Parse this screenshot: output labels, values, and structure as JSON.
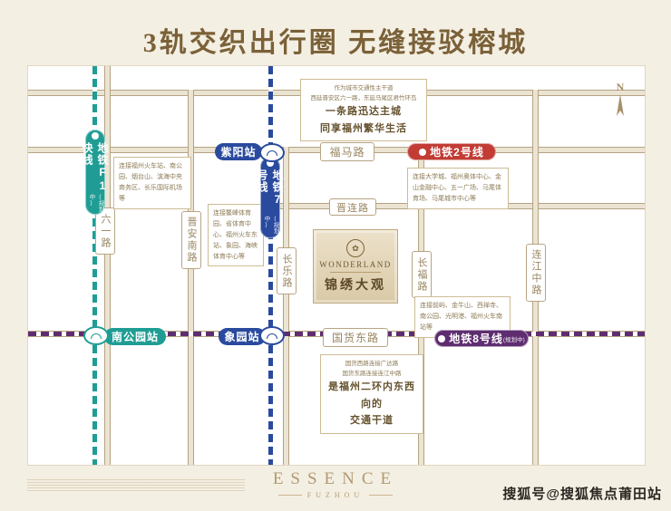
{
  "title": "3轨交织出行圈 无缝接驳榕城",
  "compass": {
    "n": "N"
  },
  "metro": {
    "f1": {
      "label": "地铁F1快线",
      "status": "(规划中)"
    },
    "l7": {
      "label": "地铁7号线",
      "status": "(规划中)"
    },
    "l2": {
      "label": "地铁2号线"
    },
    "l8": {
      "label": "地铁8号线",
      "status": "(规划中)"
    }
  },
  "roads": {
    "fuma": "福马路",
    "jinlian": "晋连路",
    "guohuo": "国货东路",
    "liuyi": "六一路",
    "jinannan": "晋安南路",
    "changle": "长乐路",
    "changfu": "长褔路",
    "lianjiang": "连江中路"
  },
  "stations": {
    "ziyang": "紫阳站",
    "nangongyuan": "南公园站",
    "xiangyuan": "象园站"
  },
  "notes": {
    "fuma": {
      "l1": "作为城市交通性主干道",
      "l2": "西延晋安区六一路，东延马尾区君竹环岛",
      "b1": "一条路迅达主城",
      "b2": "同享福州繁华生活"
    },
    "f1": "连接福州火车站、南公园、烟台山、滨海中央商务区、长乐国际机场等",
    "l7": "连接鳌峰体育园、省体育中心、福州火车东站、象园、海峡体育中心等",
    "l2": "连接大学城、福州奥体中心、金山金融中心、五一广场、马尾体育场、马尾城市中心等",
    "l8": "连接前屿、金牛山、西禅寺、南公园、光明港、福州火车南站等",
    "guohuo": {
      "l1": "国货西路连接广达路",
      "l2": "国货东路连接连江中路",
      "b1": "是福州二环内东西向的",
      "b2": "交通干道"
    }
  },
  "project": {
    "brand": "WONDERLAND",
    "name": "锦绣大观"
  },
  "footer": {
    "logo": "ESSENCE",
    "sub": "FUZHOU",
    "watermark": "搜狐号@搜狐焦点莆田站"
  }
}
